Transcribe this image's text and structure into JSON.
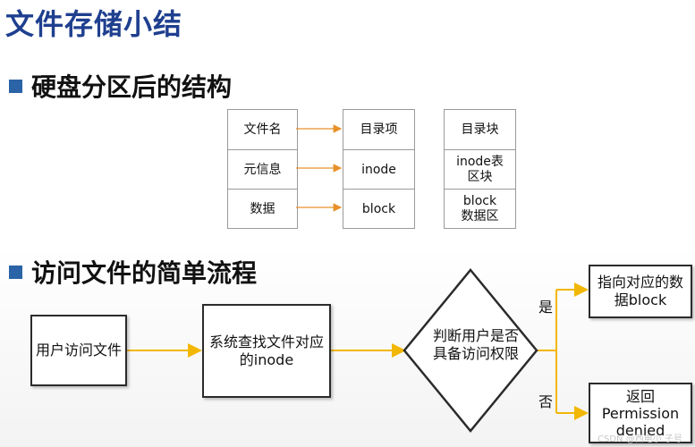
{
  "title": "文件存储小结",
  "section1": {
    "heading": "硬盘分区后的结构"
  },
  "table_file": [
    "文件名",
    "元信息",
    "数据"
  ],
  "table_dir": [
    "目录项",
    "inode",
    "block"
  ],
  "table_blocks": [
    "目录块",
    "inode表\n区块",
    "block\n数据区"
  ],
  "section2": {
    "heading": "访问文件的简单流程"
  },
  "flow": {
    "start": "用户访问文件",
    "lookup": "系统查找文件对应\n的inode",
    "decision": "判断用户是否\n具备访问权限",
    "yes_label": "是",
    "no_label": "否",
    "yes_result": "指向对应的数\n据block",
    "no_result": "返回\nPermission\ndenied"
  },
  "watermark": "CSDN @西电小 子号",
  "colors": {
    "title": "#1f3f8f",
    "bullet": "#2a63a6",
    "arrow_orange": "#e8902a",
    "arrow_yellow": "#f2b705"
  }
}
